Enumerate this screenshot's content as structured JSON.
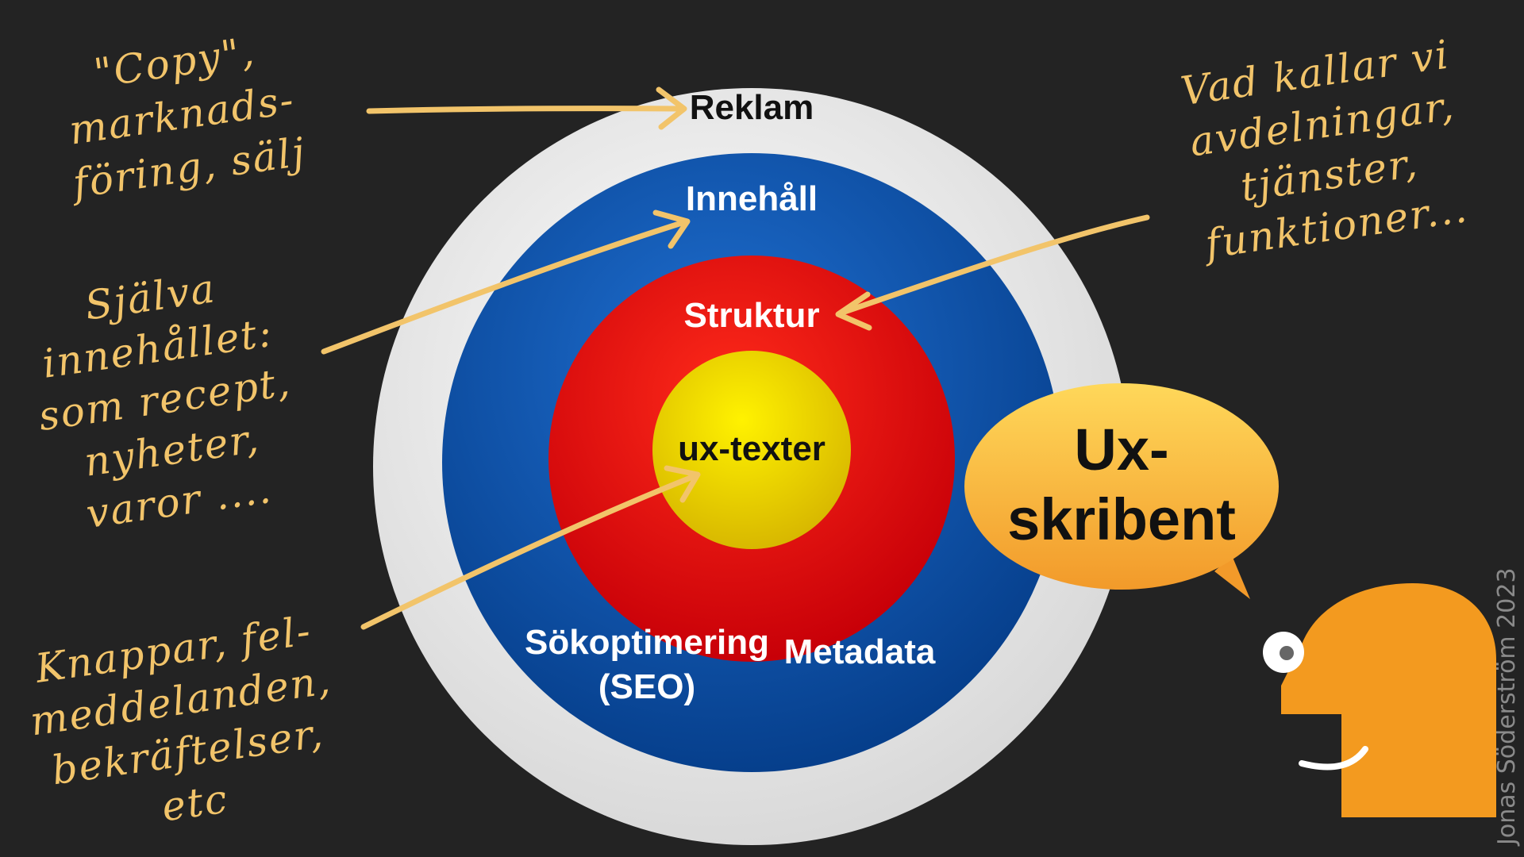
{
  "rings": [
    {
      "id": "reklam",
      "label": "Reklam"
    },
    {
      "id": "innehall",
      "label": "Innehåll"
    },
    {
      "id": "struktur",
      "label": "Struktur"
    },
    {
      "id": "ux",
      "label": "ux-texter"
    }
  ],
  "blue_labels": {
    "seo_line1": "Sökoptimering",
    "seo_line2": "(SEO)",
    "metadata": "Metadata"
  },
  "notes": {
    "copy": [
      "\"Copy\",",
      "marknads-",
      "föring, sälj"
    ],
    "sjalva": [
      "Själva",
      "innehållet:",
      "som recept,",
      "nyheter,",
      "varor ...."
    ],
    "knappar": [
      "Knappar, fel-",
      "meddelanden,",
      "bekräftelser,",
      "etc"
    ],
    "vad": [
      "Vad kallar vi",
      "avdelningar,",
      "tjänster,",
      "funktioner..."
    ]
  },
  "bubble": {
    "line1": "Ux-",
    "line2": "skribent"
  },
  "credit": "Jonas Söderström 2023",
  "colors": {
    "background": "#232323",
    "outer_ring": "#f2f2f2",
    "blue": "#0a4fa8",
    "red": "#e8000b",
    "yellow": "#f2dc00",
    "chalk": "#f2c46a",
    "orange": "#f4a020"
  }
}
